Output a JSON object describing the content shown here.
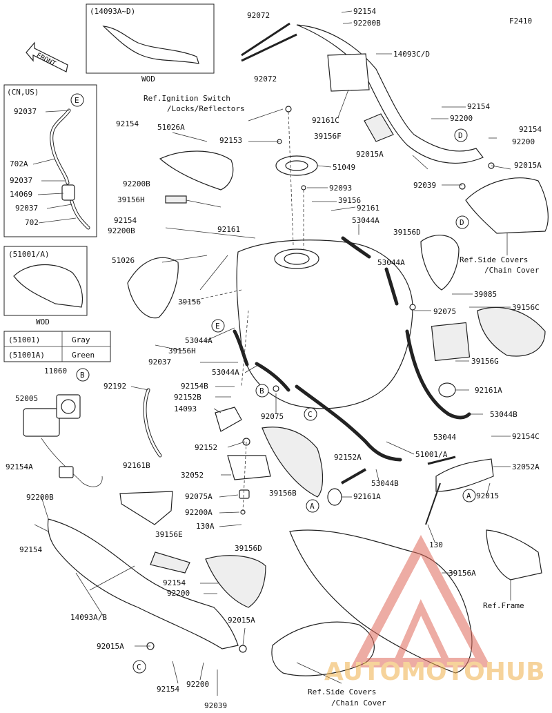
{
  "diagram": {
    "ref_code": "F2410",
    "front_label": "FRONT",
    "watermark": "AUTOMOTOHUB",
    "insets": {
      "top": {
        "title": "(14093A~D)",
        "footer": "WOD"
      },
      "cn_us": {
        "title": "(CN,US)"
      },
      "alt": {
        "title": "(51001/A)",
        "footer": "WOD"
      }
    },
    "color_table": [
      {
        "part": "(51001)",
        "color": "Gray"
      },
      {
        "part": "(51001A)",
        "color": "Green"
      }
    ],
    "callouts": [
      {
        "id": "t1",
        "text": "92154"
      },
      {
        "id": "t2",
        "text": "92200B"
      },
      {
        "id": "t3",
        "text": "92072"
      },
      {
        "id": "t4",
        "text": "92072"
      },
      {
        "id": "t5",
        "text": "14093C/D"
      },
      {
        "id": "t6",
        "text": "Ref.Ignition Switch"
      },
      {
        "id": "t7",
        "text": "/Locks/Reflectors"
      },
      {
        "id": "t8",
        "text": "92161C"
      },
      {
        "id": "t9",
        "text": "92154"
      },
      {
        "id": "t10",
        "text": "92200"
      },
      {
        "id": "t11",
        "text": "92154"
      },
      {
        "id": "t12",
        "text": "92200"
      },
      {
        "id": "t13",
        "text": "39156F"
      },
      {
        "id": "t14",
        "text": "92154"
      },
      {
        "id": "t15",
        "text": "51026A"
      },
      {
        "id": "t16",
        "text": "92153"
      },
      {
        "id": "t17",
        "text": "92015A"
      },
      {
        "id": "t18",
        "text": "92015A"
      },
      {
        "id": "t19",
        "text": "51049"
      },
      {
        "id": "t20",
        "text": "92039"
      },
      {
        "id": "t21",
        "text": "92200B"
      },
      {
        "id": "t22",
        "text": "92093"
      },
      {
        "id": "t23",
        "text": "39156H"
      },
      {
        "id": "t24",
        "text": "39156"
      },
      {
        "id": "t25",
        "text": "92161"
      },
      {
        "id": "t26",
        "text": "53044A"
      },
      {
        "id": "t27",
        "text": "39156D"
      },
      {
        "id": "t28",
        "text": "92154"
      },
      {
        "id": "t29",
        "text": "92200B"
      },
      {
        "id": "t30",
        "text": "92161"
      },
      {
        "id": "t31",
        "text": "Ref.Side Covers"
      },
      {
        "id": "t32",
        "text": "/Chain Cover"
      },
      {
        "id": "t33",
        "text": "51026"
      },
      {
        "id": "t34",
        "text": "53044A"
      },
      {
        "id": "t35",
        "text": "39085"
      },
      {
        "id": "t36",
        "text": "39156"
      },
      {
        "id": "t37",
        "text": "39156C"
      },
      {
        "id": "t38",
        "text": "92075"
      },
      {
        "id": "t39",
        "text": "53044A"
      },
      {
        "id": "t40",
        "text": "39156H"
      },
      {
        "id": "t41",
        "text": "92037"
      },
      {
        "id": "t42",
        "text": "39156G"
      },
      {
        "id": "t43",
        "text": "53044A"
      },
      {
        "id": "t44",
        "text": "11060"
      },
      {
        "id": "t45",
        "text": "92192"
      },
      {
        "id": "t46",
        "text": "92154B"
      },
      {
        "id": "t47",
        "text": "92152B"
      },
      {
        "id": "t48",
        "text": "92161A"
      },
      {
        "id": "t49",
        "text": "52005"
      },
      {
        "id": "t50",
        "text": "14093"
      },
      {
        "id": "t51",
        "text": "92075"
      },
      {
        "id": "t52",
        "text": "53044B"
      },
      {
        "id": "t53",
        "text": "53044"
      },
      {
        "id": "t54",
        "text": "92154C"
      },
      {
        "id": "t55",
        "text": "92154A"
      },
      {
        "id": "t56",
        "text": "92152"
      },
      {
        "id": "t57",
        "text": "51001/A"
      },
      {
        "id": "t58",
        "text": "32052A"
      },
      {
        "id": "t59",
        "text": "92161B"
      },
      {
        "id": "t60",
        "text": "32052"
      },
      {
        "id": "t61",
        "text": "92152A"
      },
      {
        "id": "t62",
        "text": "53044B"
      },
      {
        "id": "t63",
        "text": "92015"
      },
      {
        "id": "t64",
        "text": "92200B"
      },
      {
        "id": "t65",
        "text": "92075A"
      },
      {
        "id": "t66",
        "text": "39156B"
      },
      {
        "id": "t67",
        "text": "92161A"
      },
      {
        "id": "t68",
        "text": "92200A"
      },
      {
        "id": "t69",
        "text": "92154"
      },
      {
        "id": "t70",
        "text": "130A"
      },
      {
        "id": "t71",
        "text": "130"
      },
      {
        "id": "t72",
        "text": "39156E"
      },
      {
        "id": "t73",
        "text": "39156D"
      },
      {
        "id": "t74",
        "text": "39156A"
      },
      {
        "id": "t75",
        "text": "92154"
      },
      {
        "id": "t76",
        "text": "92200"
      },
      {
        "id": "t77",
        "text": "14093A/B"
      },
      {
        "id": "t78",
        "text": "Ref.Frame"
      },
      {
        "id": "t79",
        "text": "92015A"
      },
      {
        "id": "t80",
        "text": "92015A"
      },
      {
        "id": "t81",
        "text": "92154"
      },
      {
        "id": "t82",
        "text": "92200"
      },
      {
        "id": "t83",
        "text": "Ref.Side Covers"
      },
      {
        "id": "t84",
        "text": "/Chain Cover"
      },
      {
        "id": "t85",
        "text": "92039"
      },
      {
        "id": "c1",
        "text": "92037"
      },
      {
        "id": "c2",
        "text": "702A"
      },
      {
        "id": "c3",
        "text": "92037"
      },
      {
        "id": "c4",
        "text": "14069"
      },
      {
        "id": "c5",
        "text": "92037"
      },
      {
        "id": "c6",
        "text": "702"
      }
    ],
    "markers": [
      {
        "id": "m1",
        "text": "E"
      },
      {
        "id": "m2",
        "text": "D"
      },
      {
        "id": "m3",
        "text": "D"
      },
      {
        "id": "m4",
        "text": "E"
      },
      {
        "id": "m5",
        "text": "B"
      },
      {
        "id": "m6",
        "text": "B"
      },
      {
        "id": "m7",
        "text": "C"
      },
      {
        "id": "m8",
        "text": "A"
      },
      {
        "id": "m9",
        "text": "A"
      },
      {
        "id": "m10",
        "text": "C"
      }
    ]
  }
}
